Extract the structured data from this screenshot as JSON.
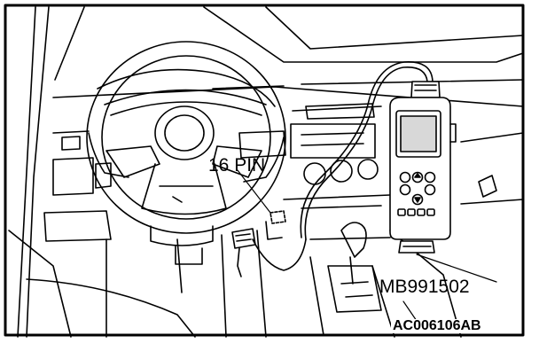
{
  "figure": {
    "connector_label": "16 PIN",
    "tool_label": "MB991502",
    "figure_code": "AC006106AB"
  },
  "colors": {
    "ink": "#000000",
    "paper": "#ffffff"
  },
  "icons": [
    "steering-wheel-icon",
    "diagnostic-tester-icon",
    "gear-shifter-icon",
    "connector-icon"
  ]
}
